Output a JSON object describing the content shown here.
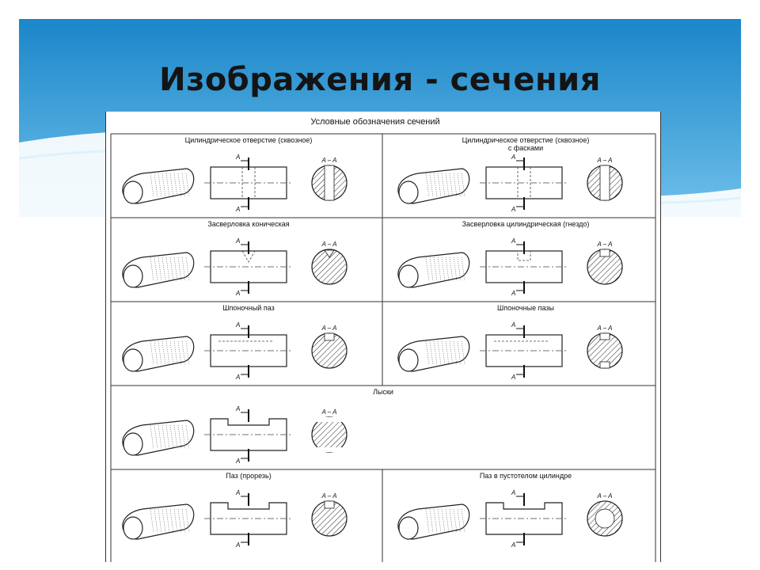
{
  "slide": {
    "title": "Изображения - сечения",
    "colors": {
      "sky_top": "#1b86c9",
      "sky_light": "#6fc0ea",
      "wave": "#ffffff"
    }
  },
  "sheet": {
    "heading": "Условные обозначения сечений",
    "section_mark": "A – A",
    "cut_letter": "A",
    "cells": [
      {
        "title": [
          "Цилиндрическое отверстие (сквозное)"
        ]
      },
      {
        "title": [
          "Цилиндрическое отверстие (сквозное)",
          "с фасками"
        ]
      },
      {
        "title": [
          "Засверловка коническая"
        ]
      },
      {
        "title": [
          "Засверловка цилиндрическая (гнездо)"
        ]
      },
      {
        "title": [
          "Шпоночный паз"
        ]
      },
      {
        "title": [
          "Шпоночные пазы"
        ]
      },
      {
        "title": [
          "Лыски"
        ]
      },
      {
        "title": [
          "Паз (прорезь)"
        ]
      },
      {
        "title": [
          "Паз в пустотелом цилиндре"
        ]
      }
    ]
  }
}
